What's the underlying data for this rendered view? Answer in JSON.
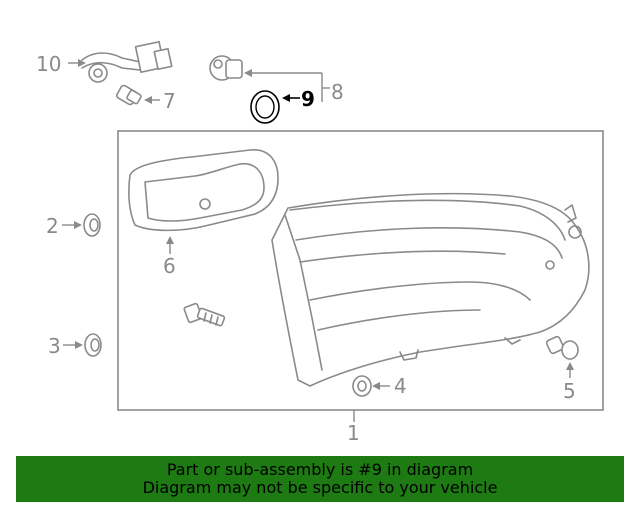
{
  "callouts": {
    "c1": "1",
    "c2": "2",
    "c3": "3",
    "c4": "4",
    "c5": "5",
    "c6": "6",
    "c7": "7",
    "c8": "8",
    "c9": "9",
    "c10": "10"
  },
  "highlighted_part": "9",
  "banner": {
    "line1": "Part or sub-assembly is #9 in diagram",
    "line2": "Diagram may not be specific to your vehicle",
    "background": "#1e7a12",
    "text_color": "#000000"
  },
  "colors": {
    "line": "#8a8a8a",
    "highlight": "#000000"
  }
}
